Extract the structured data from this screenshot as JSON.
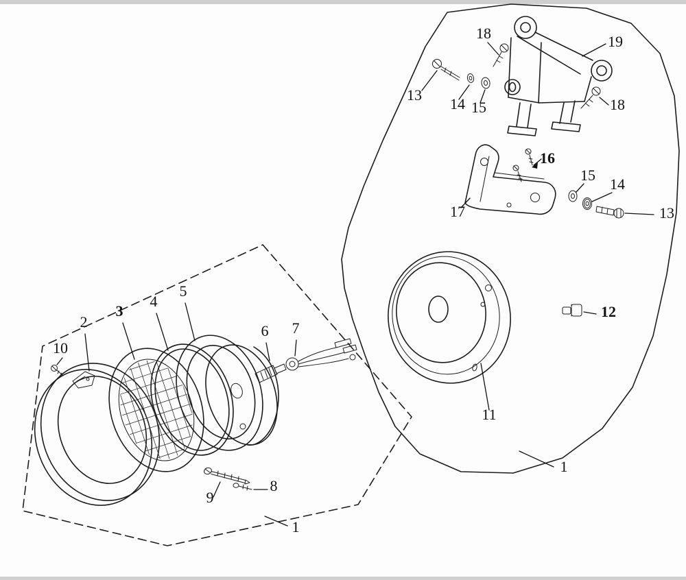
{
  "colors": {
    "ink": "#1c1c1c",
    "background": "#fdfdfd"
  },
  "labels": [
    {
      "text": "18"
    },
    {
      "text": "19"
    },
    {
      "text": "13"
    },
    {
      "text": "14"
    },
    {
      "text": "15"
    },
    {
      "text": "18"
    },
    {
      "text": "16"
    },
    {
      "text": "17"
    },
    {
      "text": "15"
    },
    {
      "text": "14"
    },
    {
      "text": "13"
    },
    {
      "text": "12"
    },
    {
      "text": "11"
    },
    {
      "text": "1"
    },
    {
      "text": "10"
    },
    {
      "text": "2"
    },
    {
      "text": "3"
    },
    {
      "text": "4"
    },
    {
      "text": "5"
    },
    {
      "text": "6"
    },
    {
      "text": "7"
    },
    {
      "text": "9"
    },
    {
      "text": "8"
    },
    {
      "text": "1"
    }
  ]
}
